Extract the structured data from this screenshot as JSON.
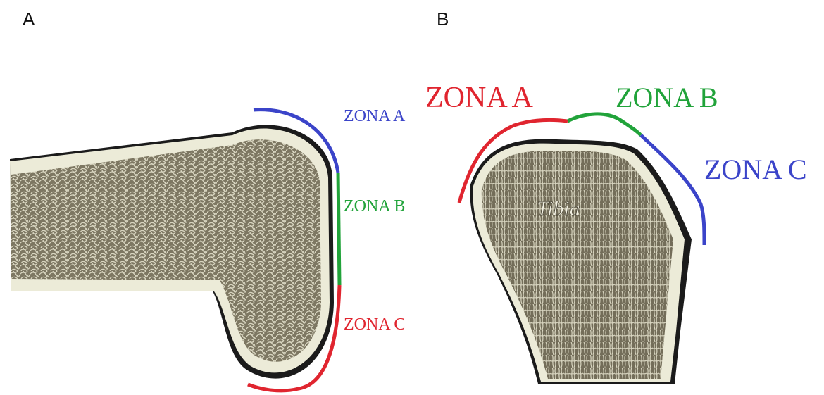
{
  "panels": [
    {
      "letter": "A",
      "zones": [
        {
          "label": "ZONA A",
          "color": "#3b44c9"
        },
        {
          "label": "ZONA B",
          "color": "#21a33a"
        },
        {
          "label": "ZONA C",
          "color": "#e0252f"
        }
      ]
    },
    {
      "letter": "B",
      "bone_label": "Tibia",
      "zones": [
        {
          "label": "ZONA A",
          "color": "#e0252f"
        },
        {
          "label": "ZONA B",
          "color": "#21a33a"
        },
        {
          "label": "ZONA C",
          "color": "#3b44c9"
        }
      ]
    }
  ],
  "colors": {
    "cortex": "#ecebd8",
    "trabecular_fill": "#7d7762",
    "trabecular_line": "#d9d6c1",
    "outline": "#1b1b1b"
  }
}
